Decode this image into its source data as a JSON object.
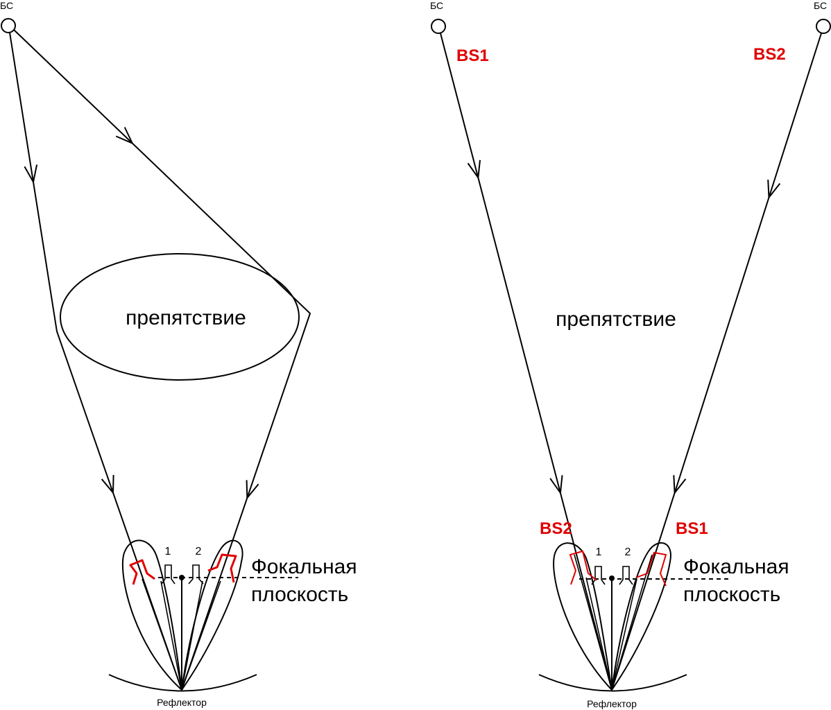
{
  "colors": {
    "line": "#000000",
    "highlight": "#e00000"
  },
  "left": {
    "bs_label": "БС",
    "obstacle": "препятствие",
    "feed1": "1",
    "feed2": "2",
    "focal_line1": "Фокальная",
    "focal_line2": "плоскость",
    "reflector": "Рефлектор"
  },
  "right": {
    "bs1_label": "БС",
    "bs2_label": "БС",
    "bs1_tag": "BS1",
    "bs2_tag": "BS2",
    "obstacle": "препятствие",
    "feed_bs2_tag": "BS2",
    "feed_bs1_tag": "BS1",
    "feed1": "1",
    "feed2": "2",
    "focal_line1": "Фокальная",
    "focal_line2": "плоскость",
    "reflector": "Рефлектор"
  }
}
